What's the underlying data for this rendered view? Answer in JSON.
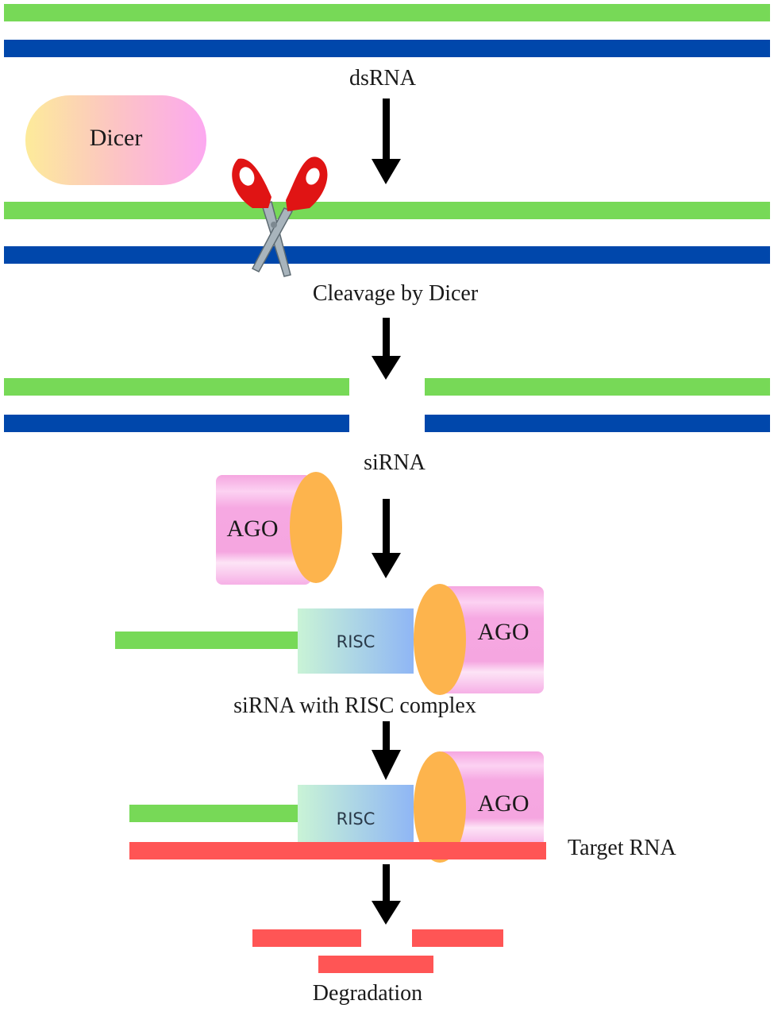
{
  "diagram": {
    "title": "RNA interference pathway",
    "colors": {
      "sense_strand": "#77d957",
      "antisense_strand": "#0047ab",
      "target_rna": "#ff5555",
      "arrow": "#000000",
      "ago_body": "#f5a6e0",
      "ago_face": "#fdb44d",
      "dicer_gradient_start": "#fdeb9a",
      "dicer_gradient_end": "#fca8f0",
      "risc_gradient_start": "#c9f3d6",
      "risc_gradient_end": "#8fb6f5",
      "scissors_handle": "#e01414",
      "scissors_blade": "#a8b4bc"
    },
    "stages": [
      {
        "id": "dsrna",
        "label": "dsRNA"
      },
      {
        "id": "cleavage",
        "label": "Cleavage by Dicer"
      },
      {
        "id": "sirna",
        "label": "siRNA"
      },
      {
        "id": "sirna-risc",
        "label": "siRNA with RISC complex"
      },
      {
        "id": "target",
        "label": "Target RNA"
      },
      {
        "id": "degradation",
        "label": "Degradation"
      }
    ],
    "proteins": {
      "dicer": "Dicer",
      "ago": "AGO",
      "risc": "RISC"
    }
  }
}
